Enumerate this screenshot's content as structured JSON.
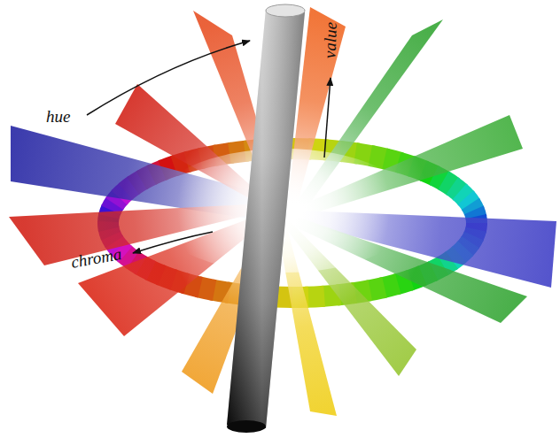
{
  "diagram": {
    "labels": [
      "hue",
      "value",
      "chroma"
    ]
  }
}
